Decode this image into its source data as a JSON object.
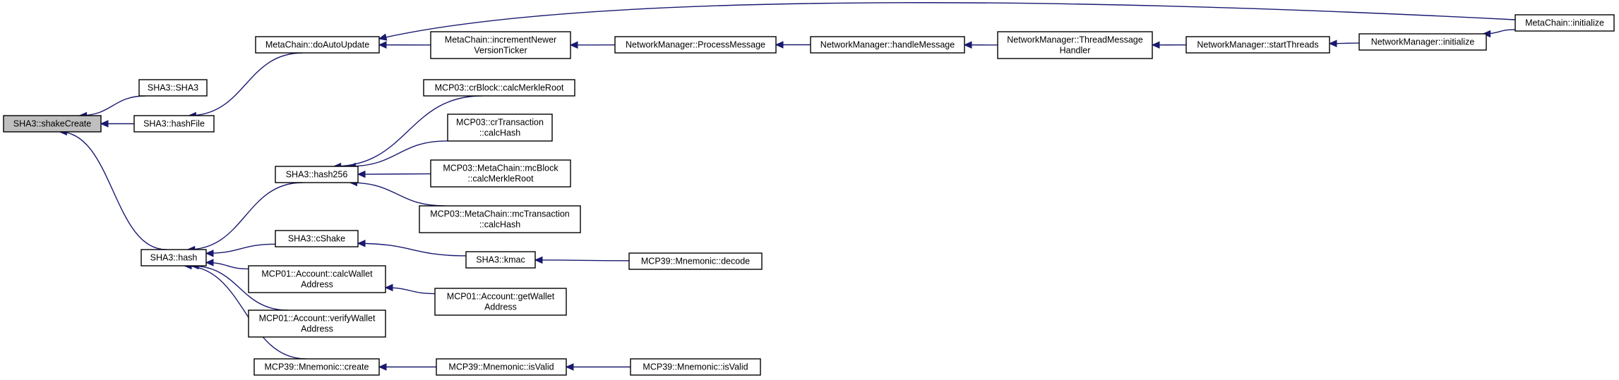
{
  "colors": {
    "edge": "#191970",
    "node_fill": "#ffffff",
    "node_highlight": "#bfbfbf",
    "node_border": "#000000"
  },
  "nodes": [
    {
      "id": "shakeCreate",
      "lines": [
        "SHA3::shakeCreate"
      ],
      "highlight": true
    },
    {
      "id": "sha3ctor",
      "lines": [
        "SHA3::SHA3"
      ]
    },
    {
      "id": "hashFile",
      "lines": [
        "SHA3::hashFile"
      ]
    },
    {
      "id": "hash",
      "lines": [
        "SHA3::hash"
      ]
    },
    {
      "id": "doAutoUpdate",
      "lines": [
        "MetaChain::doAutoUpdate"
      ]
    },
    {
      "id": "hash256",
      "lines": [
        "SHA3::hash256"
      ]
    },
    {
      "id": "cShake",
      "lines": [
        "SHA3::cShake"
      ]
    },
    {
      "id": "calcWalletAddress",
      "lines": [
        "MCP01::Account::calcWallet",
        "Address"
      ]
    },
    {
      "id": "verifyWalletAddress",
      "lines": [
        "MCP01::Account::verifyWallet",
        "Address"
      ]
    },
    {
      "id": "mnemonicCreate",
      "lines": [
        "MCP39::Mnemonic::create"
      ]
    },
    {
      "id": "incrementNewer",
      "lines": [
        "MetaChain::incrementNewer",
        "VersionTicker"
      ]
    },
    {
      "id": "crBlockMerkle",
      "lines": [
        "MCP03::crBlock::calcMerkleRoot"
      ]
    },
    {
      "id": "crTxHash",
      "lines": [
        "MCP03::crTransaction",
        "::calcHash"
      ]
    },
    {
      "id": "mcBlockMerkle",
      "lines": [
        "MCP03::MetaChain::mcBlock",
        "::calcMerkleRoot"
      ]
    },
    {
      "id": "mcTxHash",
      "lines": [
        "MCP03::MetaChain::mcTransaction",
        "::calcHash"
      ]
    },
    {
      "id": "kmac",
      "lines": [
        "SHA3::kmac"
      ]
    },
    {
      "id": "getWalletAddress",
      "lines": [
        "MCP01::Account::getWallet",
        "Address"
      ]
    },
    {
      "id": "isValid1",
      "lines": [
        "MCP39::Mnemonic::isValid"
      ]
    },
    {
      "id": "processMessage",
      "lines": [
        "NetworkManager::ProcessMessage"
      ]
    },
    {
      "id": "decode",
      "lines": [
        "MCP39::Mnemonic::decode"
      ]
    },
    {
      "id": "isValid2",
      "lines": [
        "MCP39::Mnemonic::isValid"
      ]
    },
    {
      "id": "handleMessage",
      "lines": [
        "NetworkManager::handleMessage"
      ]
    },
    {
      "id": "threadMessageHandler",
      "lines": [
        "NetworkManager::ThreadMessage",
        "Handler"
      ]
    },
    {
      "id": "startThreads",
      "lines": [
        "NetworkManager::startThreads"
      ]
    },
    {
      "id": "nmInitialize",
      "lines": [
        "NetworkManager::initialize"
      ]
    },
    {
      "id": "mcInitialize",
      "lines": [
        "MetaChain::initialize"
      ]
    }
  ],
  "edges": [
    {
      "from": "sha3ctor",
      "to": "shakeCreate"
    },
    {
      "from": "hashFile",
      "to": "shakeCreate"
    },
    {
      "from": "hash",
      "to": "shakeCreate"
    },
    {
      "from": "doAutoUpdate",
      "to": "hashFile"
    },
    {
      "from": "hash256",
      "to": "hash"
    },
    {
      "from": "cShake",
      "to": "hash"
    },
    {
      "from": "calcWalletAddress",
      "to": "hash"
    },
    {
      "from": "verifyWalletAddress",
      "to": "hash"
    },
    {
      "from": "mnemonicCreate",
      "to": "hash"
    },
    {
      "from": "incrementNewer",
      "to": "doAutoUpdate"
    },
    {
      "from": "mcInitialize",
      "to": "doAutoUpdate"
    },
    {
      "from": "crBlockMerkle",
      "to": "hash256"
    },
    {
      "from": "crTxHash",
      "to": "hash256"
    },
    {
      "from": "mcBlockMerkle",
      "to": "hash256"
    },
    {
      "from": "mcTxHash",
      "to": "hash256"
    },
    {
      "from": "kmac",
      "to": "cShake"
    },
    {
      "from": "getWalletAddress",
      "to": "calcWalletAddress"
    },
    {
      "from": "isValid1",
      "to": "mnemonicCreate"
    },
    {
      "from": "processMessage",
      "to": "incrementNewer"
    },
    {
      "from": "decode",
      "to": "kmac"
    },
    {
      "from": "isValid2",
      "to": "isValid1"
    },
    {
      "from": "handleMessage",
      "to": "processMessage"
    },
    {
      "from": "threadMessageHandler",
      "to": "handleMessage"
    },
    {
      "from": "startThreads",
      "to": "threadMessageHandler"
    },
    {
      "from": "nmInitialize",
      "to": "startThreads"
    },
    {
      "from": "mcInitialize",
      "to": "nmInitialize"
    }
  ]
}
